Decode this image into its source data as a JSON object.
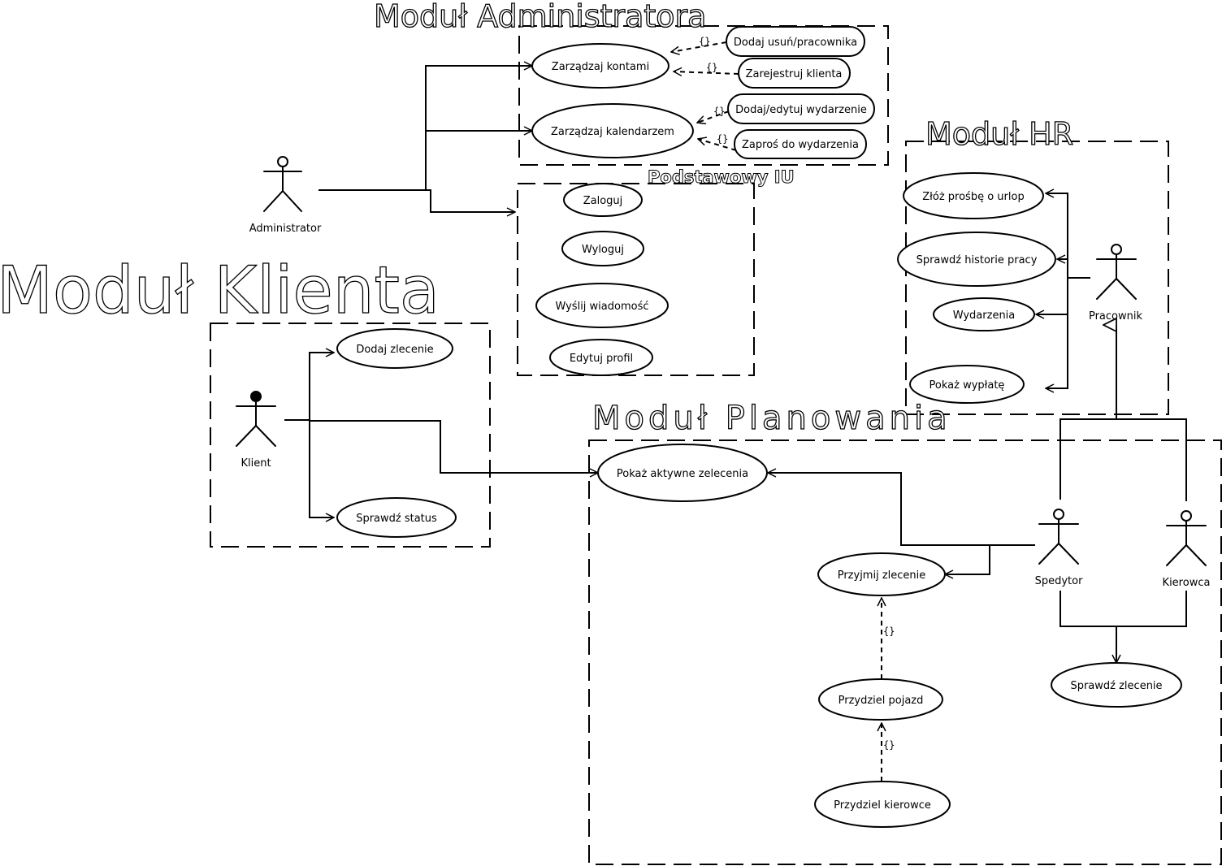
{
  "modules": {
    "admin": "Moduł Administratora",
    "basic": "Podstawowy IU",
    "hr": "Moduł HR",
    "client": "Moduł Klienta",
    "planning": "Moduł Planowania"
  },
  "actors": {
    "administrator": "Administrator",
    "pracownik": "Pracownik",
    "klient": "Klient",
    "spedytor": "Spedytor",
    "kierowca": "Kierowca"
  },
  "use_cases": {
    "zarzadzaj_kontami": "Zarządzaj kontami",
    "zarzadzaj_kalendarzem": "Zarządzaj kalendarzem",
    "dodaj_usun_pracownika": "Dodaj usuń/pracownika",
    "zarejestruj_klienta": "Zarejestruj klienta",
    "dodaj_edytuj_wydarzenie": "Dodaj/edytuj wydarzenie",
    "zapros_do_wydarzenia": "Zaproś do wydarzenia",
    "zaloguj": "Zaloguj",
    "wyloguj": "Wyloguj",
    "wyslij_wiadomosc": "Wyślij wiadomość",
    "edytuj_profil": "Edytuj profil",
    "zloz_prosbe": "Złóż prośbę o urlop",
    "sprawdz_historie": "Sprawdź historie pracy",
    "wydarzenia": "Wydarzenia",
    "pokaz_wyplate": "Pokaż wypłatę",
    "dodaj_zlecenie": "Dodaj zlecenie",
    "sprawdz_status": "Sprawdź status",
    "pokaz_aktywne": "Pokaż aktywne zelecenia",
    "przyjmij_zlecenie": "Przyjmij zlecenie",
    "przydziel_pojazd": "Przydziel pojazd",
    "przydziel_kierowce": "Przydziel kierowce",
    "sprawdz_zlecenie": "Sprawdź zlecenie"
  },
  "relation_label": "{}"
}
